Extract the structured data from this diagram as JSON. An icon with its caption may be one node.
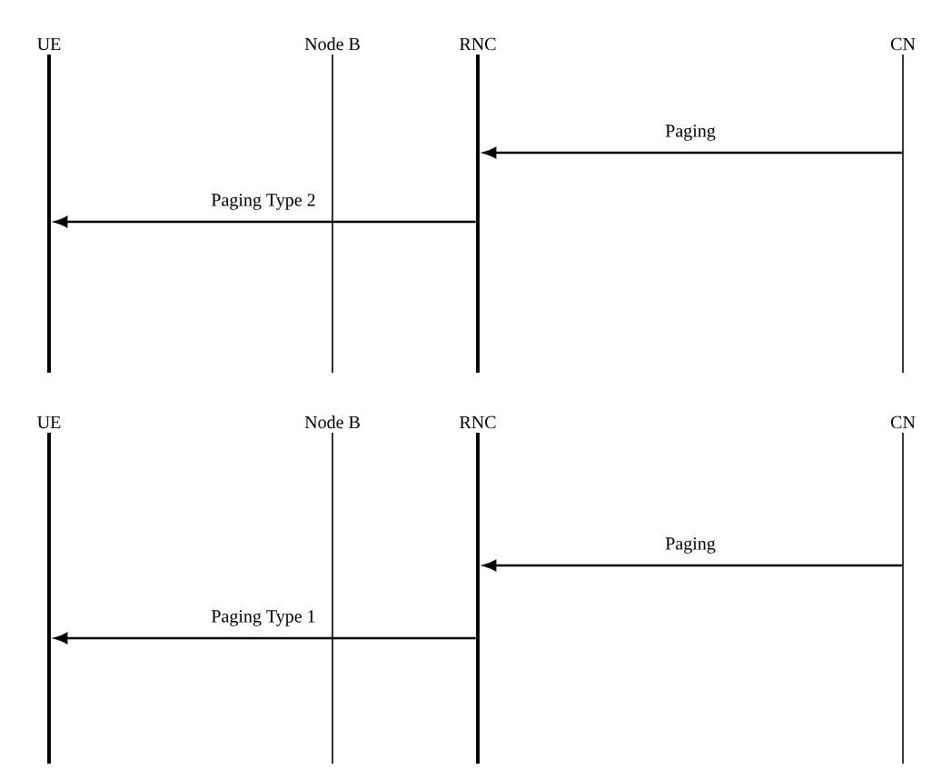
{
  "diagram": {
    "nodes": [
      {
        "text": [
          "UE"
        ]
      },
      {
        "text": [
          "Node B"
        ]
      },
      {
        "text": [
          "RNC"
        ]
      },
      {
        "text": [
          "CN"
        ]
      },
      {
        "text": [
          "UE"
        ]
      },
      {
        "text": [
          "Node B"
        ]
      },
      {
        "text": [
          "RNC"
        ]
      },
      {
        "text": [
          "CN"
        ]
      }
    ],
    "edges": [
      {
        "from": 3,
        "to": 2,
        "arrow": "to",
        "label": "Paging"
      },
      {
        "from": 2,
        "to": 0,
        "arrow": "to",
        "label": "Paging Type 2"
      },
      {
        "from": 7,
        "to": 6,
        "arrow": "to",
        "label": "Paging"
      },
      {
        "from": 6,
        "to": 4,
        "arrow": "to",
        "label": "Paging Type 1"
      }
    ]
  }
}
